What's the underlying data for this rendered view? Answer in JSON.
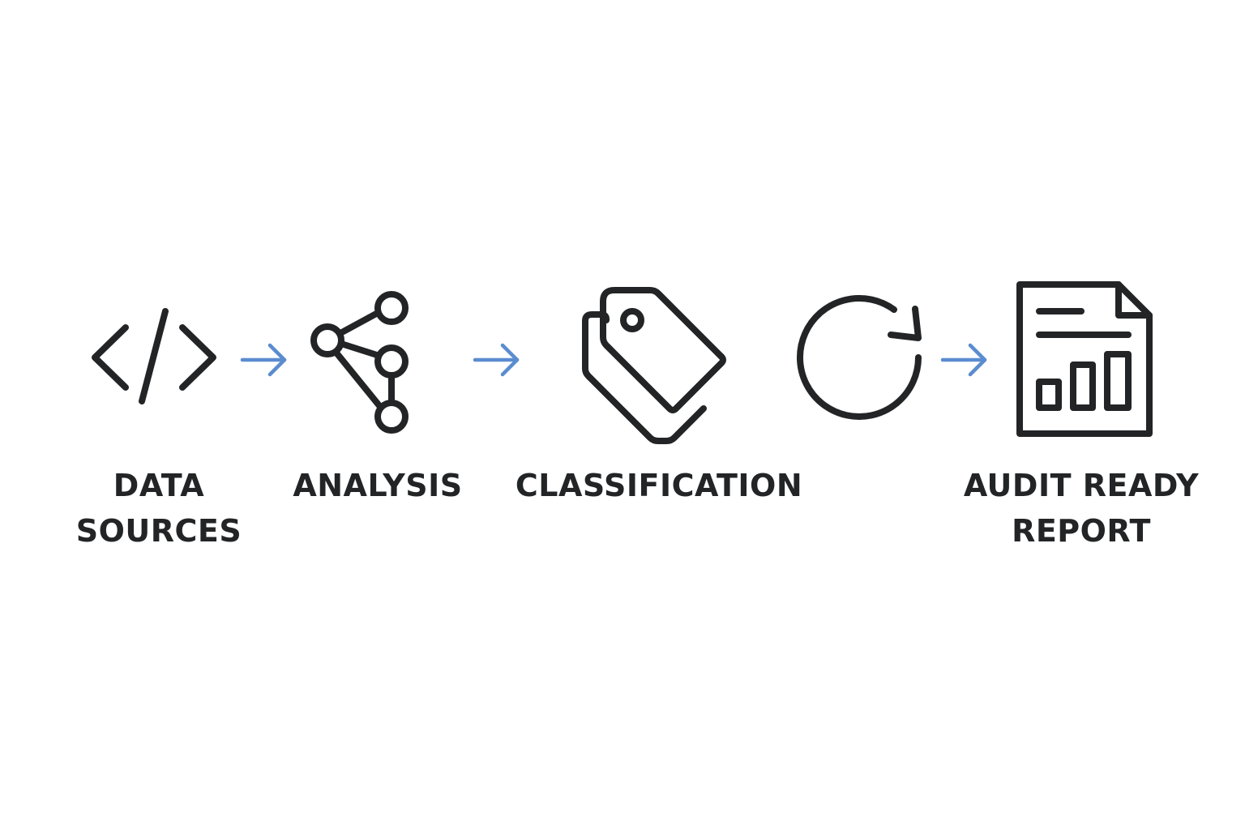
{
  "steps": [
    {
      "id": "data-sources",
      "icon": "code-icon",
      "label_lines": [
        "DATA",
        "SOURCES"
      ]
    },
    {
      "id": "analysis",
      "icon": "network-nodes-icon",
      "label_lines": [
        "ANALYSIS"
      ]
    },
    {
      "id": "classification",
      "icon": "tags-icon",
      "label_lines": [
        "CLASSIFICATION"
      ]
    },
    {
      "id": "refresh",
      "icon": "refresh-icon",
      "label_lines": []
    },
    {
      "id": "audit-ready-report",
      "icon": "report-chart-icon",
      "label_lines": [
        "AUDIT READY",
        "REPORT"
      ]
    }
  ],
  "colors": {
    "icon_stroke": "#222426",
    "arrow": "#5b8ccf",
    "background": "#ffffff"
  }
}
